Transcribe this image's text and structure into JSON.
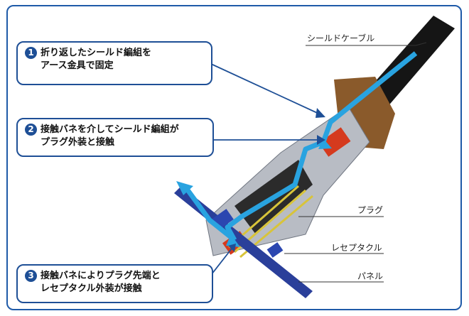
{
  "callouts": [
    {
      "number": "1",
      "line1": "折り返したシールド編組を",
      "line2": "アース金具で固定"
    },
    {
      "number": "2",
      "line1": "接触バネを介してシールド編組が",
      "line2": "プラグ外装と接触"
    },
    {
      "number": "3",
      "line1": "接触バネによりプラグ先端と",
      "line2": "レセプタクル外装が接触"
    }
  ],
  "labels": {
    "cable": "シールドケーブル",
    "plug": "プラグ",
    "receptacle": "レセプタクル",
    "panel": "パネル"
  },
  "colors": {
    "accent": "#1e5aa8",
    "current_path": "#29a3e0"
  }
}
